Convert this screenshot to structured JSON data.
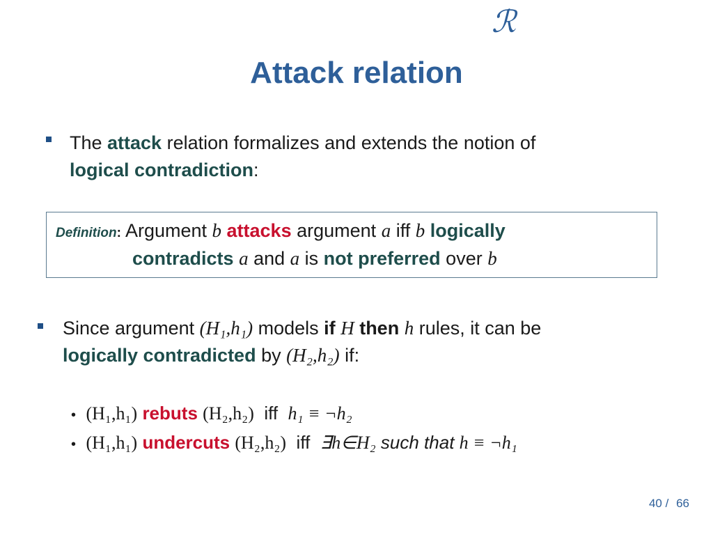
{
  "logo": {
    "glyph": "ℛ"
  },
  "slide": {
    "title": "Attack relation",
    "bullet1": {
      "pre": "The ",
      "b1": "attack",
      "mid": " relation formalizes and extends the notion of",
      "b2": "logical contradiction",
      "end": ":"
    },
    "definition": {
      "label": "Definition",
      "colon": ":",
      "t1": " Argument ",
      "b": "b",
      "attacks": "attacks",
      "t2": " argument ",
      "a": "a",
      "t3": " iff ",
      "logically": "logically",
      "contradicts": "contradicts",
      "and": " and ",
      "is": " is ",
      "not_preferred": "not preferred",
      "over": " over "
    },
    "bullet2": {
      "pre": "Since argument ",
      "arg": "(H₁,h₁)",
      "models": " models ",
      "if": "if",
      "H": "H",
      "then": "then",
      "h": "h",
      "rest": " rules, it can be",
      "lc": "logically contradicted",
      "by": " by ",
      "arg2": "(H₂,h₂)",
      "iftext": " if:"
    },
    "rebuts_line": {
      "arg1": "(H₁,h₁)",
      "rel": "rebuts",
      "arg2": "(H₂,h₂)",
      "iff": "iff",
      "cond": "h₁ ≡ ¬h₂"
    },
    "undercuts_line": {
      "arg1": "(H₁,h₁)",
      "rel": "undercuts",
      "arg2": "(H₂,h₂)",
      "iff": "iff",
      "cond1": "∃h∈H₂",
      "such_that": "such that",
      "cond2": "h ≡ ¬h₁"
    },
    "page": {
      "current": "40",
      "sep": "/",
      "total": "66"
    }
  }
}
